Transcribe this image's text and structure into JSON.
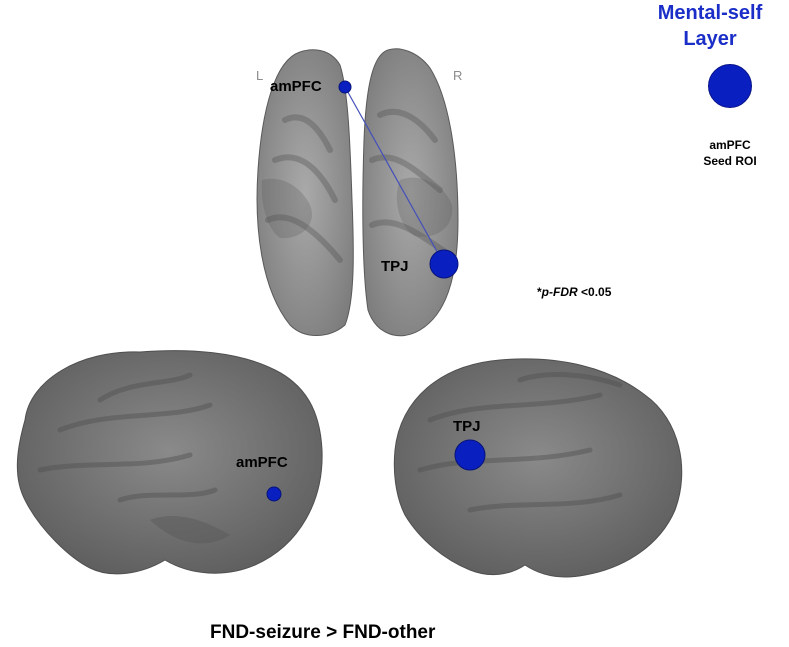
{
  "legend": {
    "title_line1": "Mental-self",
    "title_line2": "Layer",
    "caption_line1": "amPFC",
    "caption_line2": "Seed ROI",
    "node_color": "#0a1fc0",
    "title_color": "#1b2fc8"
  },
  "axial_view": {
    "left_letter": "L",
    "right_letter": "R",
    "nodes": [
      {
        "label": "amPFC",
        "role": "seed"
      },
      {
        "label": "TPJ",
        "role": "target"
      }
    ]
  },
  "lateral_left_view": {
    "node_label": "amPFC"
  },
  "lateral_right_view": {
    "node_label": "TPJ"
  },
  "stat_note": {
    "prefix": "*",
    "italic": "p-FDR",
    "suffix": " <0.05"
  },
  "contrast_title": "FND-seizure > FND-other",
  "brain_color": "#7a7a7a"
}
